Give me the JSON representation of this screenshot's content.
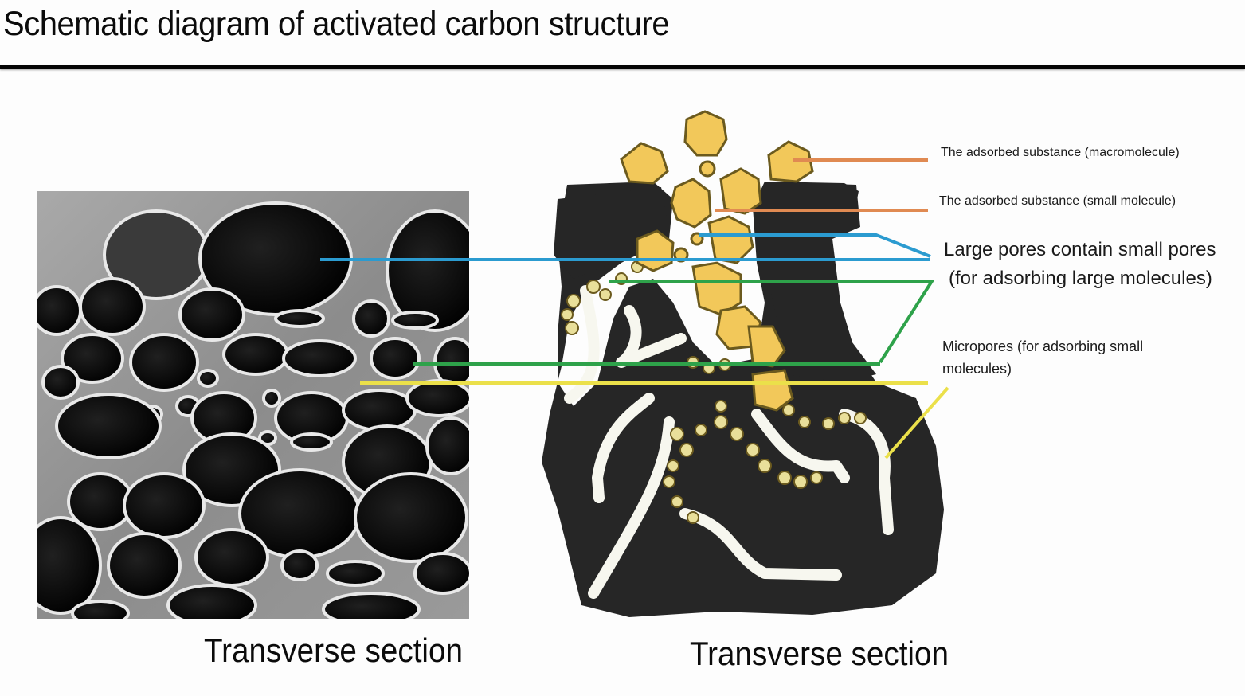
{
  "title": "Schematic diagram of activated carbon structure",
  "colors": {
    "background": "#fdfdfd",
    "rule": "#050505",
    "carbon": "#262626",
    "adsorbate_fill": "#f2c85a",
    "adsorbate_outline": "#6b5a1e",
    "pore_channel": "#f7f7ef",
    "leader_macromolecule": "#e08a52",
    "leader_small_molecule": "#e08a52",
    "leader_large_pores": "#2b9bd0",
    "leader_micropores_green": "#2ea24a",
    "leader_micropores_yellow": "#ebe04a"
  },
  "panels": {
    "left": {
      "type": "SEM micrograph",
      "caption": "Transverse section"
    },
    "right": {
      "type": "schematic cross-section",
      "caption": "Transverse section"
    }
  },
  "annotations": [
    {
      "id": "macromolecule",
      "text": "The adsorbed substance (macromolecule)",
      "color": "#e08a52"
    },
    {
      "id": "small-molecule",
      "text": "The adsorbed substance (small molecule)",
      "color": "#e08a52"
    },
    {
      "id": "large-pores-line1",
      "text": "Large pores contain small pores",
      "color": "#2b9bd0"
    },
    {
      "id": "large-pores-line2",
      "text": "(for adsorbing large molecules)",
      "color": "#2ea24a"
    },
    {
      "id": "micropores",
      "text": "Micropores (for adsorbing small molecules)",
      "color": "#ebe04a"
    }
  ]
}
